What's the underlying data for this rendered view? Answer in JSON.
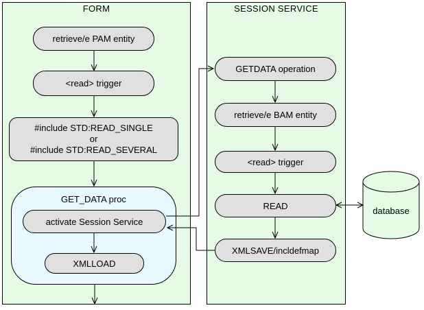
{
  "form": {
    "title": "FORM",
    "nodes": {
      "retrieve_pam": "retrieve/e PAM entity",
      "read_trigger": "<read> trigger",
      "include_lines": [
        "#include STD:READ_SINGLE",
        "or",
        "#include STD:READ_SEVERAL"
      ],
      "get_data_proc": "GET_DATA proc",
      "activate_session_service": "activate Session Service",
      "xmlload": "XMLLOAD"
    }
  },
  "session_service": {
    "title": "SESSION SERVICE",
    "nodes": {
      "getdata_operation": "GETDATA operation",
      "retrieve_bam": "retrieve/e BAM entity",
      "read_trigger": "<read> trigger",
      "read": "READ",
      "xmlsave": "XMLSAVE/incldefmap"
    }
  },
  "database": {
    "label": "database"
  },
  "colors": {
    "canvas_bg": "#ffffff",
    "panel_bg": "#e5fbe5",
    "proc_bg": "#e6faff",
    "node_bg": "#e0e0e0",
    "outline": "#000000"
  }
}
